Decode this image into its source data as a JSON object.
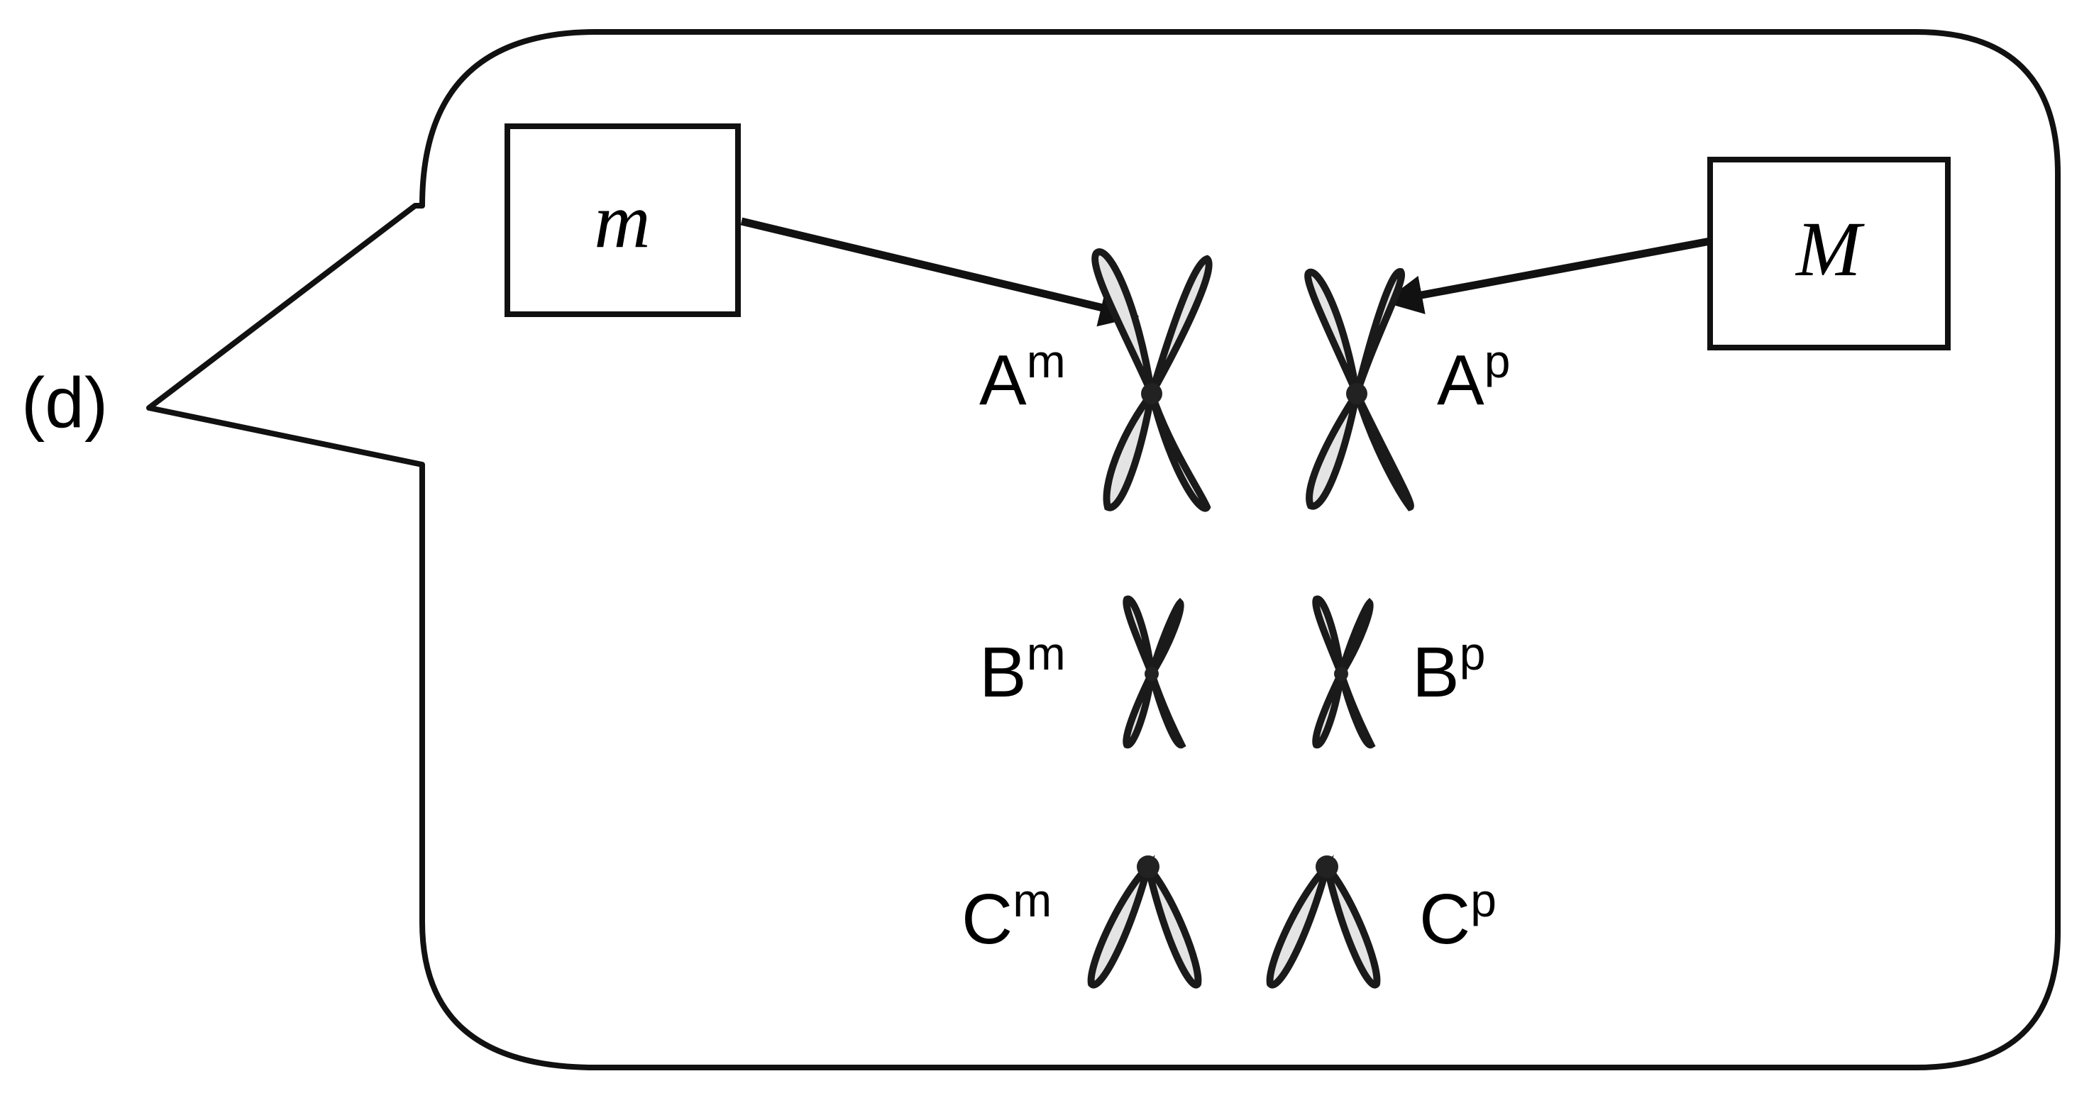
{
  "panel_label": "(d)",
  "boxes": {
    "maternal": "m",
    "paternal": "M"
  },
  "chromosome_labels": [
    {
      "id": "A-m",
      "base": "A",
      "sup": "m"
    },
    {
      "id": "A-p",
      "base": "A",
      "sup": "p"
    },
    {
      "id": "B-m",
      "base": "B",
      "sup": "m"
    },
    {
      "id": "B-p",
      "base": "B",
      "sup": "p"
    },
    {
      "id": "C-m",
      "base": "C",
      "sup": "m"
    },
    {
      "id": "C-p",
      "base": "C",
      "sup": "p"
    }
  ]
}
